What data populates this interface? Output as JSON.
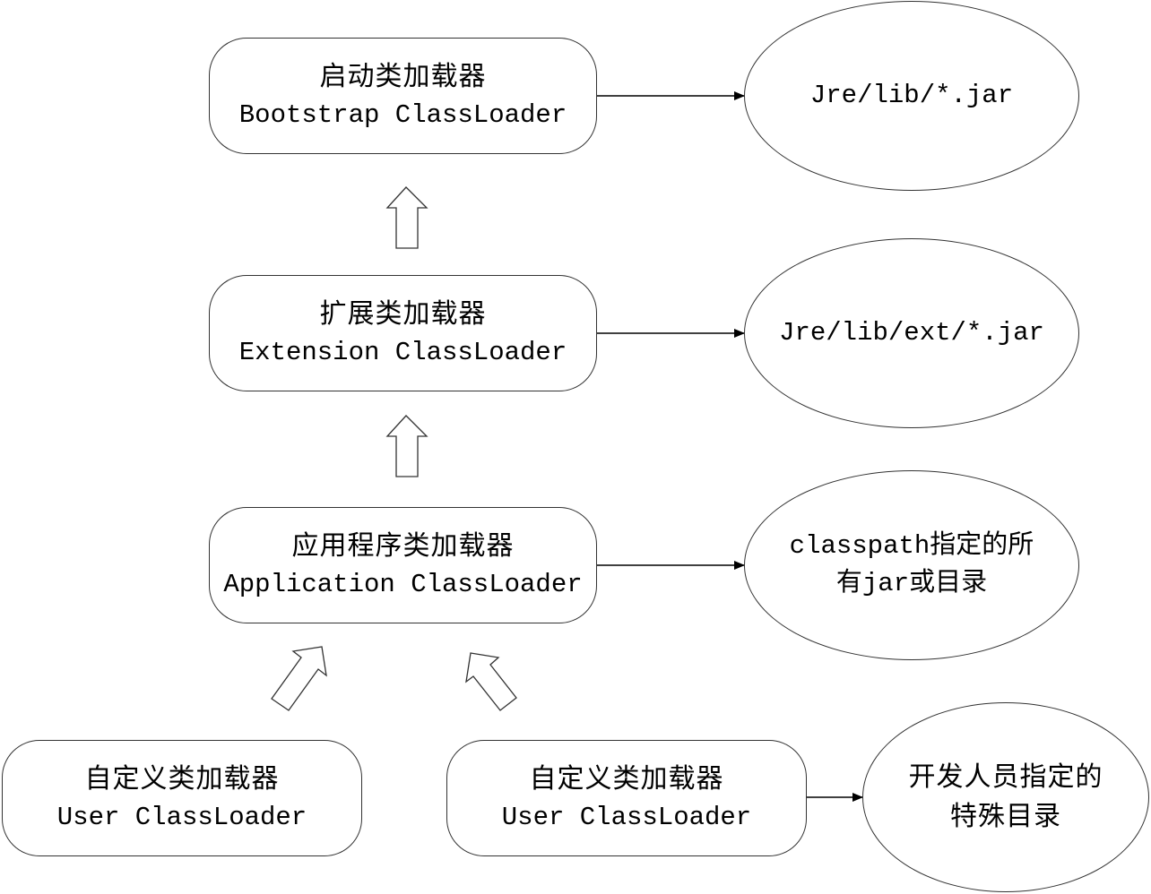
{
  "loaders": {
    "bootstrap": {
      "cn": "启动类加载器",
      "en": "Bootstrap ClassLoader"
    },
    "extension": {
      "cn": "扩展类加载器",
      "en": "Extension ClassLoader"
    },
    "application": {
      "cn": "应用程序类加载器",
      "en": "Application ClassLoader"
    },
    "user_left": {
      "cn": "自定义类加载器",
      "en": "User ClassLoader"
    },
    "user_right": {
      "cn": "自定义类加载器",
      "en": "User ClassLoader"
    }
  },
  "paths": {
    "bootstrap": {
      "line1": "Jre/lib/*.jar"
    },
    "extension": {
      "line1": "Jre/lib/ext/*.jar"
    },
    "application": {
      "line1": "classpath指定的所",
      "line2": "有jar或目录"
    },
    "user": {
      "line1": "开发人员指定的",
      "line2": "特殊目录"
    }
  },
  "edges": [
    {
      "from": "extension",
      "to": "bootstrap",
      "type": "hollow-arrow"
    },
    {
      "from": "application",
      "to": "extension",
      "type": "hollow-arrow"
    },
    {
      "from": "user_left",
      "to": "application",
      "type": "hollow-arrow"
    },
    {
      "from": "user_right",
      "to": "application",
      "type": "hollow-arrow"
    },
    {
      "from": "bootstrap",
      "to": "bootstrap-path",
      "type": "line-arrow"
    },
    {
      "from": "extension",
      "to": "extension-path",
      "type": "line-arrow"
    },
    {
      "from": "application",
      "to": "application-path",
      "type": "line-arrow"
    },
    {
      "from": "user_right",
      "to": "user-path",
      "type": "line-arrow"
    }
  ]
}
